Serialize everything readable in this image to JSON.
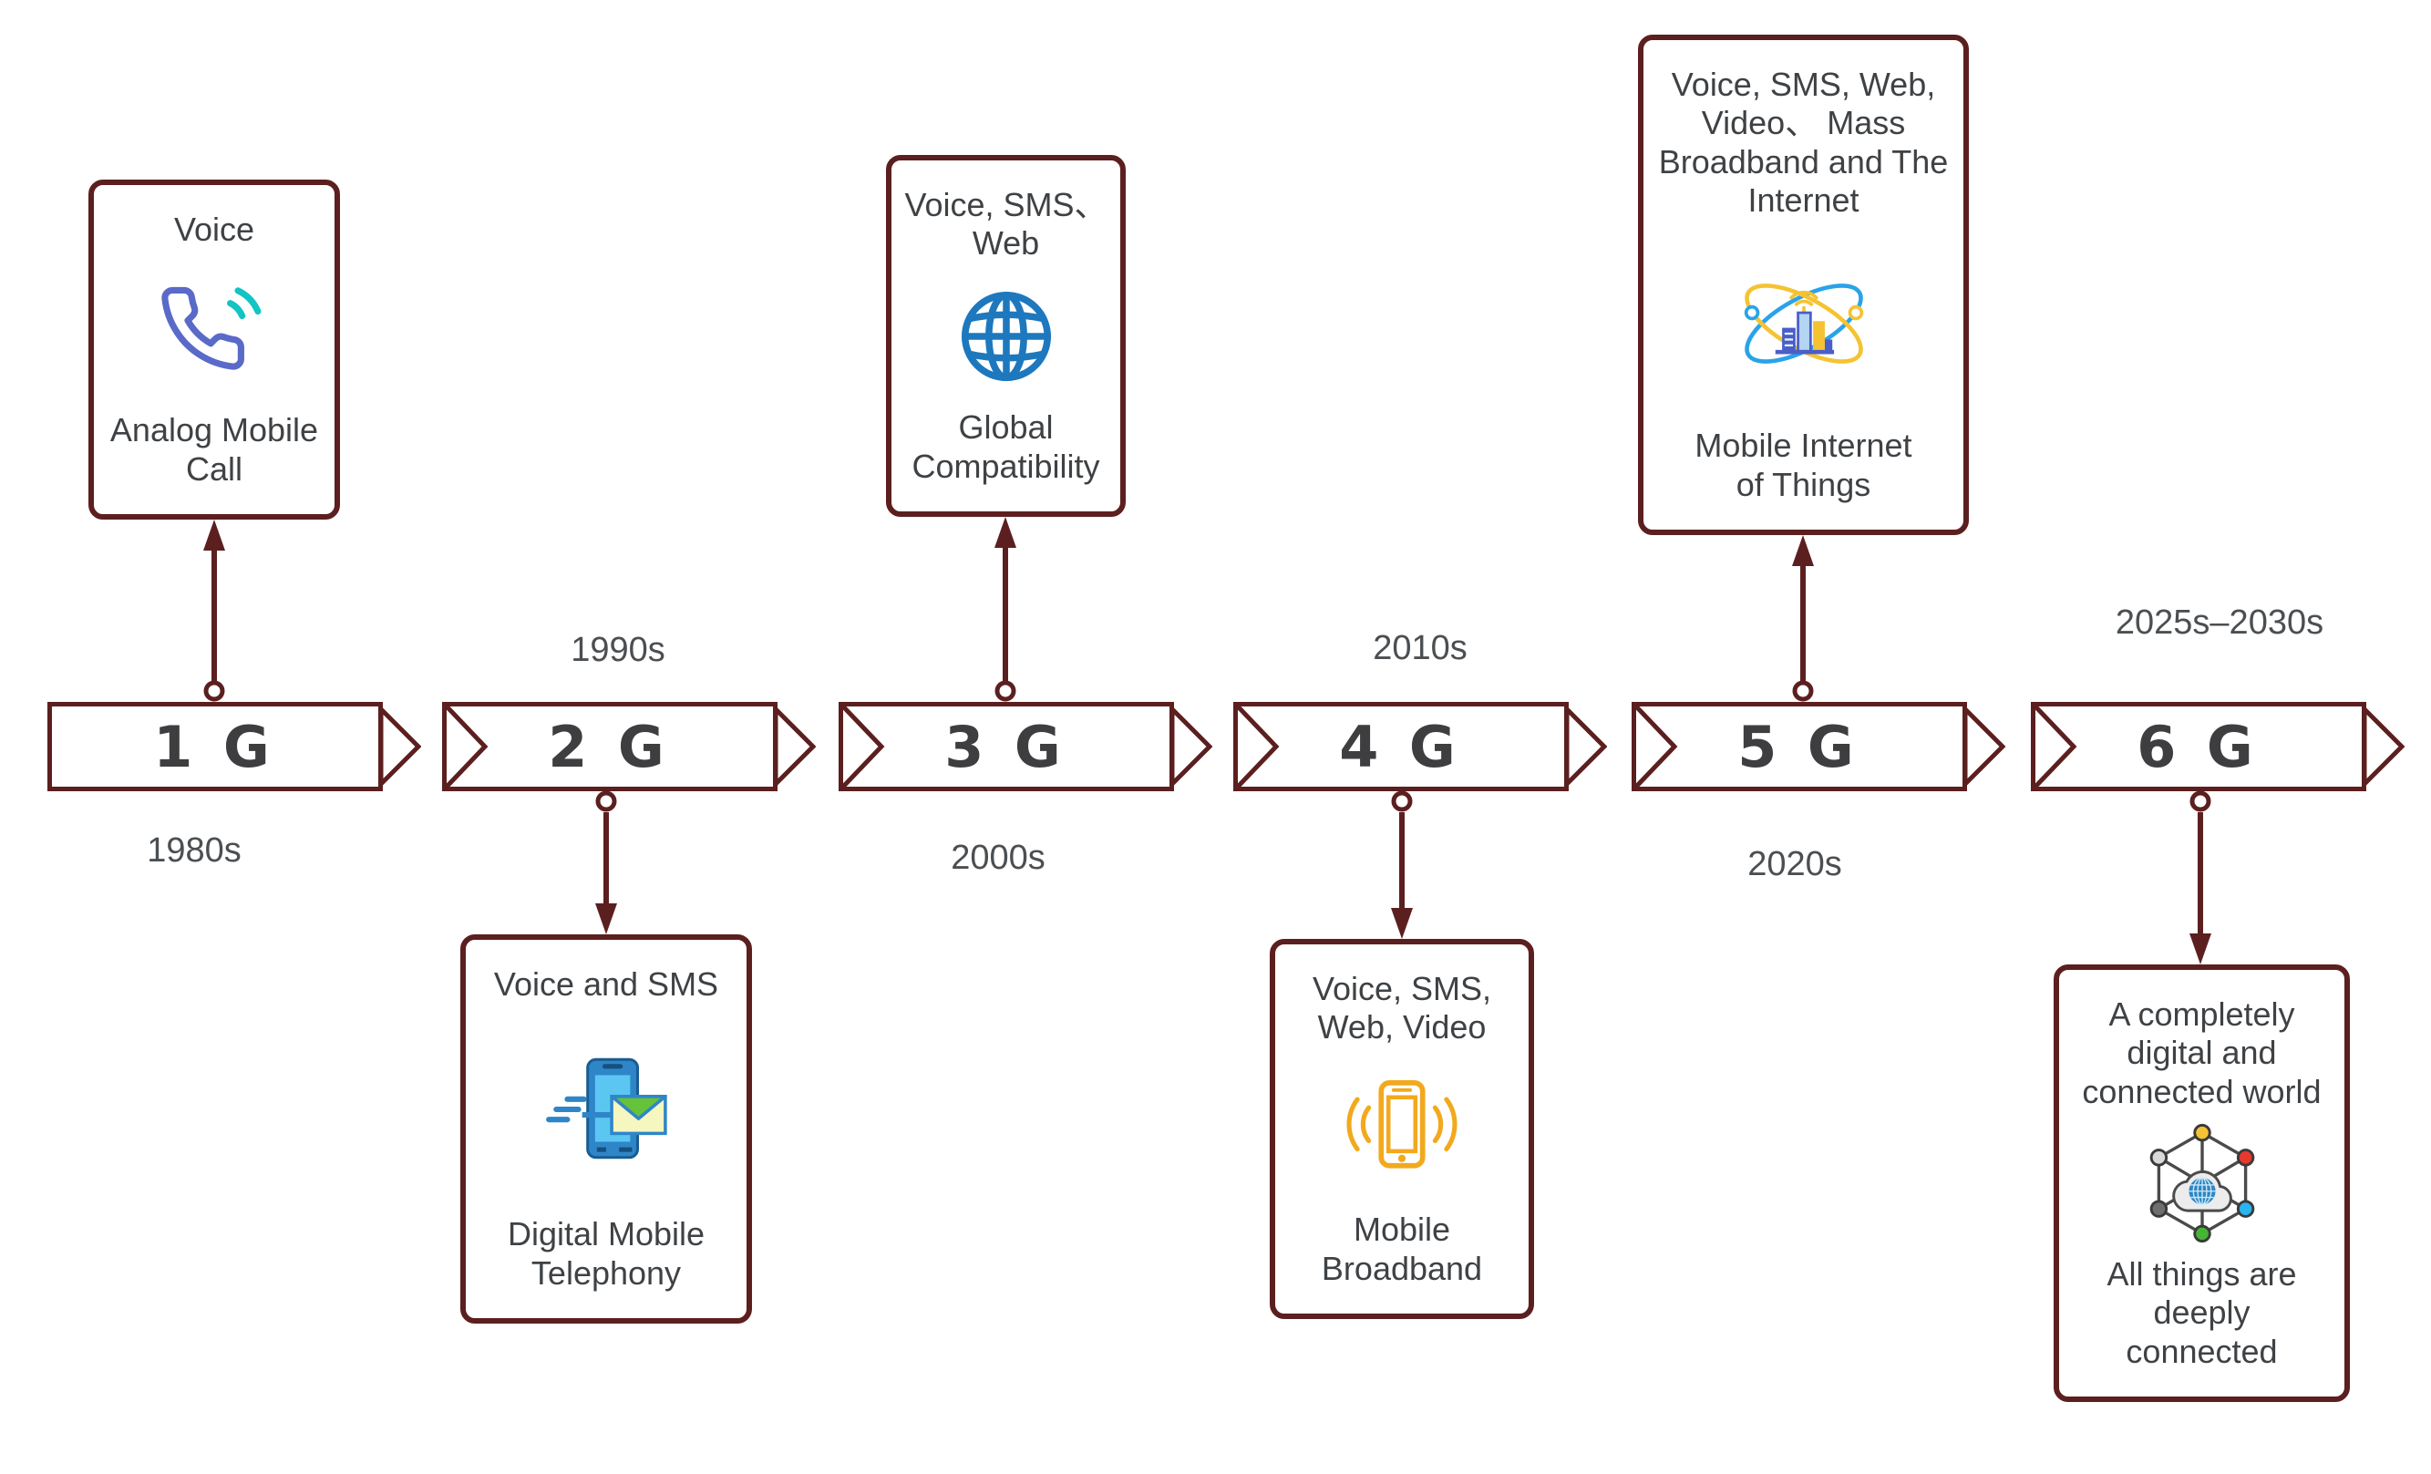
{
  "diagram": {
    "type": "timeline",
    "subject": "Evolution of mobile network generations 1G to 6G",
    "colors": {
      "outline": "#5c1f1f",
      "card_text": "#3f4245",
      "banner_text": "#3e3e40",
      "era_text": "#4b4f52",
      "icon_blue": "#1d78be",
      "icon_periwinkle": "#5a6ac8",
      "icon_teal": "#12c4c4",
      "icon_sky": "#29a3e8",
      "icon_amber": "#f2a91e",
      "icon_yellow": "#f5c332",
      "icon_green": "#46b535",
      "icon_red": "#e8392e",
      "icon_indigo": "#4a5ec8"
    },
    "generations": [
      {
        "banner_label": "1 G",
        "era_label": "1980s",
        "era_position": "below",
        "card_position": "above",
        "card": {
          "feature": "Voice",
          "icon": "phone-call-icon",
          "description": "Analog Mobile\nCall"
        }
      },
      {
        "banner_label": "2 G",
        "era_label": "1990s",
        "era_position": "above",
        "card_position": "below",
        "card": {
          "feature": "Voice and SMS",
          "icon": "sms-phone-icon",
          "description": "Digital Mobile\nTelephony"
        }
      },
      {
        "banner_label": "3 G",
        "era_label": "2000s",
        "era_position": "below",
        "card_position": "above",
        "card": {
          "feature": "Voice, SMS、\nWeb",
          "icon": "globe-icon",
          "description": "Global\nCompatibility"
        }
      },
      {
        "banner_label": "4 G",
        "era_label": "2010s",
        "era_position": "above",
        "card_position": "below",
        "card": {
          "feature": "Voice, SMS,\nWeb, Video",
          "icon": "mobile-broadband-icon",
          "description": "Mobile\nBroadband"
        }
      },
      {
        "banner_label": "5 G",
        "era_label": "2020s",
        "era_position": "below",
        "card_position": "above",
        "card": {
          "feature": "Voice, SMS, Web,\nVideo、 Mass\nBroadband and The\nInternet",
          "icon": "iot-orbit-icon",
          "description": "Mobile Internet\nof Things"
        }
      },
      {
        "banner_label": "6 G",
        "era_label": "2025s–2030s",
        "era_position": "above",
        "card_position": "below",
        "card": {
          "feature": "A completely\ndigital and\nconnected world",
          "icon": "connected-network-icon",
          "description": "All things are\ndeeply\nconnected"
        }
      }
    ]
  }
}
